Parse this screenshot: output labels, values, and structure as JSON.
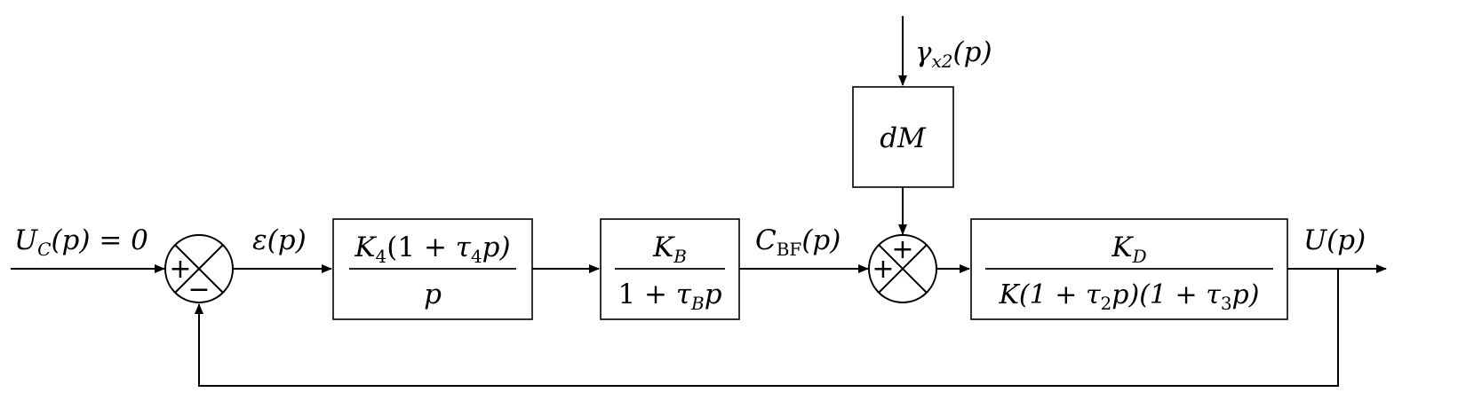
{
  "input_signal": {
    "main": "U",
    "sub": "C",
    "args": "(p) = 0"
  },
  "error_signal": {
    "main": "ε",
    "args": "(p)"
  },
  "disturbance_signal": {
    "main": "γ",
    "sub": "x2",
    "args": "(p)"
  },
  "intermediate_signal": {
    "main": "C",
    "sub": "BF",
    "args": "(p)"
  },
  "output_signal": {
    "main": "U",
    "args": "(p)"
  },
  "blocks": {
    "corrector": {
      "num": {
        "a": "K",
        "a_sub": "4",
        "b": "(1 + ",
        "c": "τ",
        "c_sub": "4",
        "d": "p)"
      },
      "den": "p"
    },
    "filter": {
      "num": {
        "a": "K",
        "a_sub": "B"
      },
      "den": {
        "a": "1 + ",
        "b": "τ",
        "b_sub": "B",
        "c": "p"
      }
    },
    "disturbance_gain": "dM",
    "plant": {
      "num": {
        "a": "K",
        "a_sub": "D"
      },
      "den": {
        "a": "K(1 + ",
        "b": "τ",
        "b_sub": "2",
        "c": "p)(1 + ",
        "d": "τ",
        "d_sub": "3",
        "e": "p)"
      }
    }
  },
  "summing_junctions": {
    "first": {
      "left_sign": "+",
      "bottom_sign": "−"
    },
    "second": {
      "top_sign": "+",
      "left_sign": "+"
    }
  }
}
